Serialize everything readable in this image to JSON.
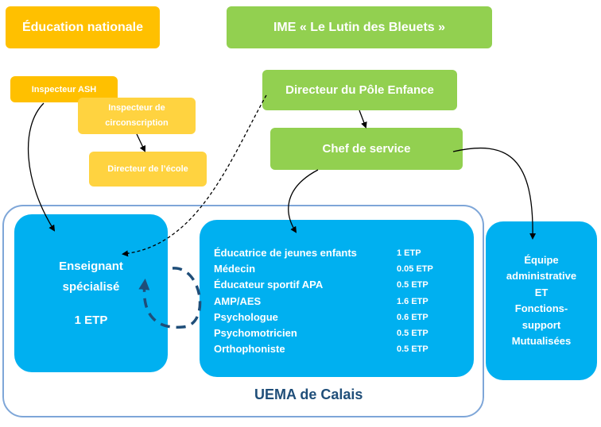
{
  "boxes": {
    "education_nationale": "Éducation nationale",
    "ime": "IME « Le Lutin des Bleuets »",
    "inspecteur_ash": "Inspecteur ASH",
    "inspecteur_circ": [
      "Inspecteur de",
      "circonscription"
    ],
    "directeur_ecole": "Directeur de l’école",
    "directeur_pole": "Directeur du Pôle Enfance",
    "chef_service": "Chef de service",
    "enseignant": [
      "Enseignant",
      "spécialisé",
      "1 ETP"
    ],
    "equipe": [
      "Équipe",
      "administrative",
      "ET",
      "Fonctions-",
      "support",
      "Mutualisées"
    ],
    "uema_label": "UEMA de Calais"
  },
  "team": [
    {
      "role": "Éducatrice de jeunes enfants",
      "etp": "1 ETP"
    },
    {
      "role": "Médecin",
      "etp": "0.05 ETP"
    },
    {
      "role": "Éducateur sportif APA",
      "etp": "0.5 ETP"
    },
    {
      "role": "AMP/AES",
      "etp": "1.6 ETP"
    },
    {
      "role": "Psychologue",
      "etp": "0.6 ETP"
    },
    {
      "role": "Psychomotricien",
      "etp": "0.5 ETP"
    },
    {
      "role": "Orthophoniste",
      "etp": "0.5 ETP"
    }
  ],
  "colors": {
    "education": "#FFC000",
    "yellow": "#FFD340",
    "green": "#92D050",
    "blue": "#00B0F0",
    "frame": "#7EA6D8",
    "label": "#1F4E79"
  }
}
